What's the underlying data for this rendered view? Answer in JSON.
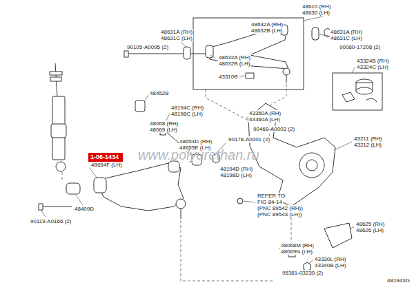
{
  "diagram": {
    "nodes": [
      {
        "text": [
          "1-06-1434"
        ]
      }
    ],
    "labels": [
      "48610 (RH)",
      "48630 (LH)",
      "48631A (RH)",
      "48631C (LH)",
      "48632A (RH)",
      "48632B (LH)",
      "48631A (RH)",
      "48631C (LH)",
      "90105-A0095 (2)",
      "90080-17208 (2)",
      "48632A (RH)",
      "48632B (LH)",
      "43324B (RH)",
      "43324C (LH)",
      "43310B",
      "48452B",
      "48194C (RH)",
      "48198C (LH)",
      "43350A (RH)",
      "43360A (LH)",
      "48068 (RH)",
      "48069 (LH)",
      "90468-A0003 (2)",
      "90178-A0001 (2)",
      "43211 (RH)",
      "43212 (LH)",
      "48654D (RH)",
      "48655E (LH)",
      "48654F (LH)",
      "48194D (RH)",
      "48198D (LH)",
      "REFER TO",
      "FIG 84-14",
      "(PNC 89542 (RH))",
      "(PNC 89543 (LH))",
      "48409D",
      "90119-A0166 (2)",
      "48625 (RH)",
      "48626 (LH)",
      "48068M (RH)",
      "48069N (LH)",
      "43330L (RH)",
      "43340B (LH)",
      "95381-03230 (2)",
      "481943G",
      "www.polyurethan.ru"
    ]
  }
}
